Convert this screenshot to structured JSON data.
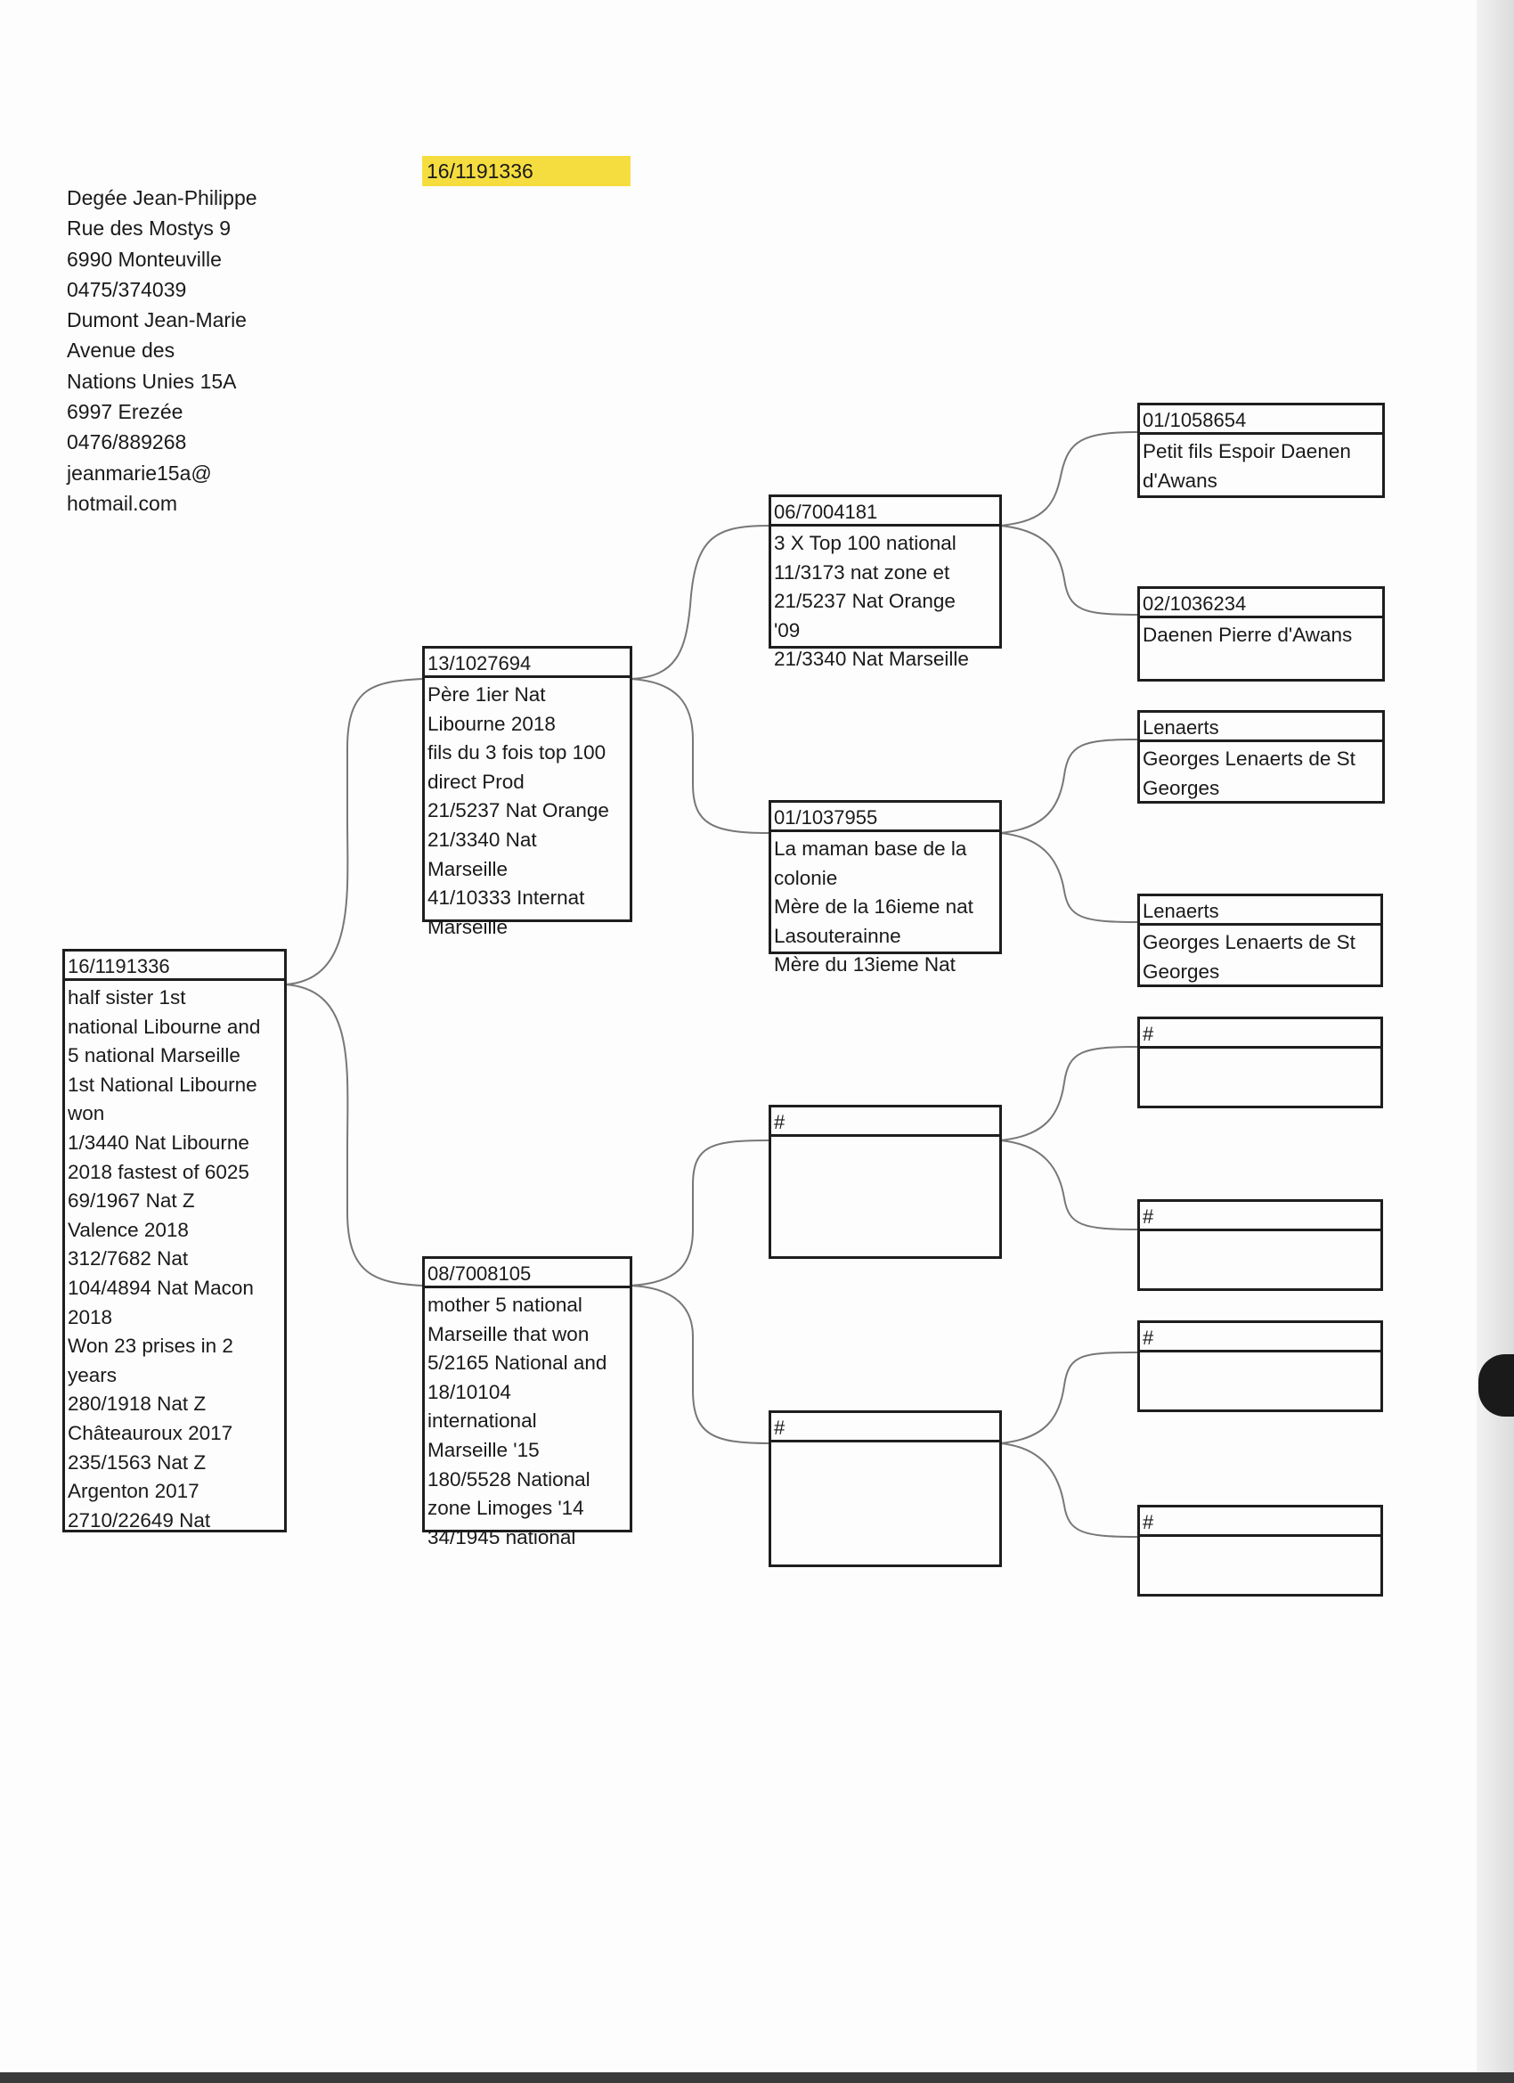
{
  "header_number": "16/1191336",
  "contact_lines": [
    "Degée Jean-Philippe",
    "Rue des Mostys 9",
    "6990 Monteuville",
    "0475/374039",
    "Dumont Jean-Marie",
    "Avenue des",
    "Nations Unies 15A",
    "6997 Erezée",
    "0476/889268",
    "jeanmarie15a@",
    "hotmail.com"
  ],
  "pedigree": {
    "subject": {
      "ring": "16/1191336",
      "lines": [
        "half sister 1st",
        "national Libourne and",
        " 5 national Marseille",
        "1st National Libourne",
        "won",
        "1/3440 Nat Libourne",
        "2018 fastest of 6025",
        "69/1967 Nat Z",
        "Valence 2018",
        "312/7682 Nat",
        "104/4894 Nat Macon",
        "2018",
        "Won 23 prises in 2",
        "years",
        "280/1918 Nat Z",
        "Châteauroux 2017",
        "235/1563 Nat Z",
        "Argenton 2017",
        "2710/22649 Nat"
      ]
    },
    "sire": {
      "ring": "13/1027694",
      "lines": [
        "Père 1ier Nat",
        "Libourne 2018",
        "fils du 3 fois top 100",
        "direct Prod",
        "21/5237 Nat Orange",
        "21/3340 Nat",
        "Marseille",
        "41/10333 Internat",
        "Marseille"
      ]
    },
    "dam": {
      "ring": "08/7008105",
      "lines": [
        "mother 5 national",
        "Marseille that won",
        "5/2165 National and",
        "18/10104",
        "international",
        "Marseille '15",
        "180/5528 National",
        "zone Limoges '14",
        "34/1945 national"
      ]
    },
    "sire_sire": {
      "ring": "06/7004181",
      "lines": [
        "3 X Top 100 national",
        "11/3173 nat zone et",
        "21/5237 Nat Orange",
        "'09",
        "21/3340 Nat Marseille"
      ]
    },
    "sire_dam": {
      "ring": "01/1037955",
      "lines": [
        "La maman base de la",
        "colonie",
        "Mère de la 16ieme nat",
        "Lasouterainne",
        "Mère du 13ieme Nat"
      ]
    },
    "dam_sire": {
      "ring": "#",
      "lines": []
    },
    "dam_dam": {
      "ring": "#",
      "lines": []
    },
    "gg1": {
      "ring": "01/1058654",
      "lines": [
        "Petit fils Espoir Daenen",
        "d'Awans"
      ]
    },
    "gg2": {
      "ring": "02/1036234",
      "lines": [
        "Daenen Pierre d'Awans"
      ]
    },
    "gg3": {
      "ring": "Lenaerts",
      "lines": [
        "Georges Lenaerts de St",
        "Georges"
      ]
    },
    "gg4": {
      "ring": "Lenaerts",
      "lines": [
        "Georges Lenaerts de St",
        "Georges"
      ]
    },
    "gg5": {
      "ring": "#",
      "lines": []
    },
    "gg6": {
      "ring": "#",
      "lines": []
    },
    "gg7": {
      "ring": "#",
      "lines": []
    },
    "gg8": {
      "ring": "#",
      "lines": []
    }
  }
}
